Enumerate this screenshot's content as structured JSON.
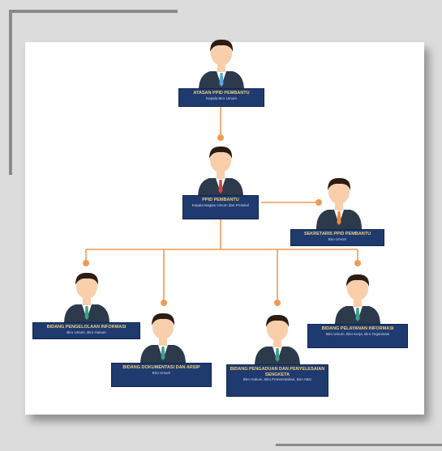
{
  "nodes": [
    {
      "id": "pengarah",
      "title": "ATASAN PPID PEMBANTU",
      "sub": "Kepala Biro Umum"
    },
    {
      "id": "ppid",
      "title": "PPID PEMBANTU",
      "sub": "Kepala Bagian Umum dan Protokol"
    },
    {
      "id": "sekretaris",
      "title": "SEKRETARIS PPID PEMBANTU",
      "sub": "Biro Umum"
    },
    {
      "id": "pengelolaan",
      "title": "BIDANG PENGELOLAAN INFORMASI",
      "sub": "Biro Umum, Biro Hukum"
    },
    {
      "id": "dokumentasi",
      "title": "BIDANG DOKUMENTASI DAN ARSIP",
      "sub": "Biro Umum"
    },
    {
      "id": "pengaduan",
      "title": "BIDANG PENGADUAN DAN PENYELESAIAN SENGKETA",
      "sub": "Biro Hukum, Biro Pemerintahan, Biro ABU"
    },
    {
      "id": "pelayanan",
      "title": "BIDANG PELAYANAN INFORMASI",
      "sub": "Biro Umum, Biro Kerja, Biro Organisasi"
    }
  ],
  "colors": {
    "label_bg": "#1f3a6e",
    "connector": "#f29a52",
    "suit": "#2c3a4c",
    "skin": "#f8cfaa",
    "hair": "#2b1c14"
  }
}
